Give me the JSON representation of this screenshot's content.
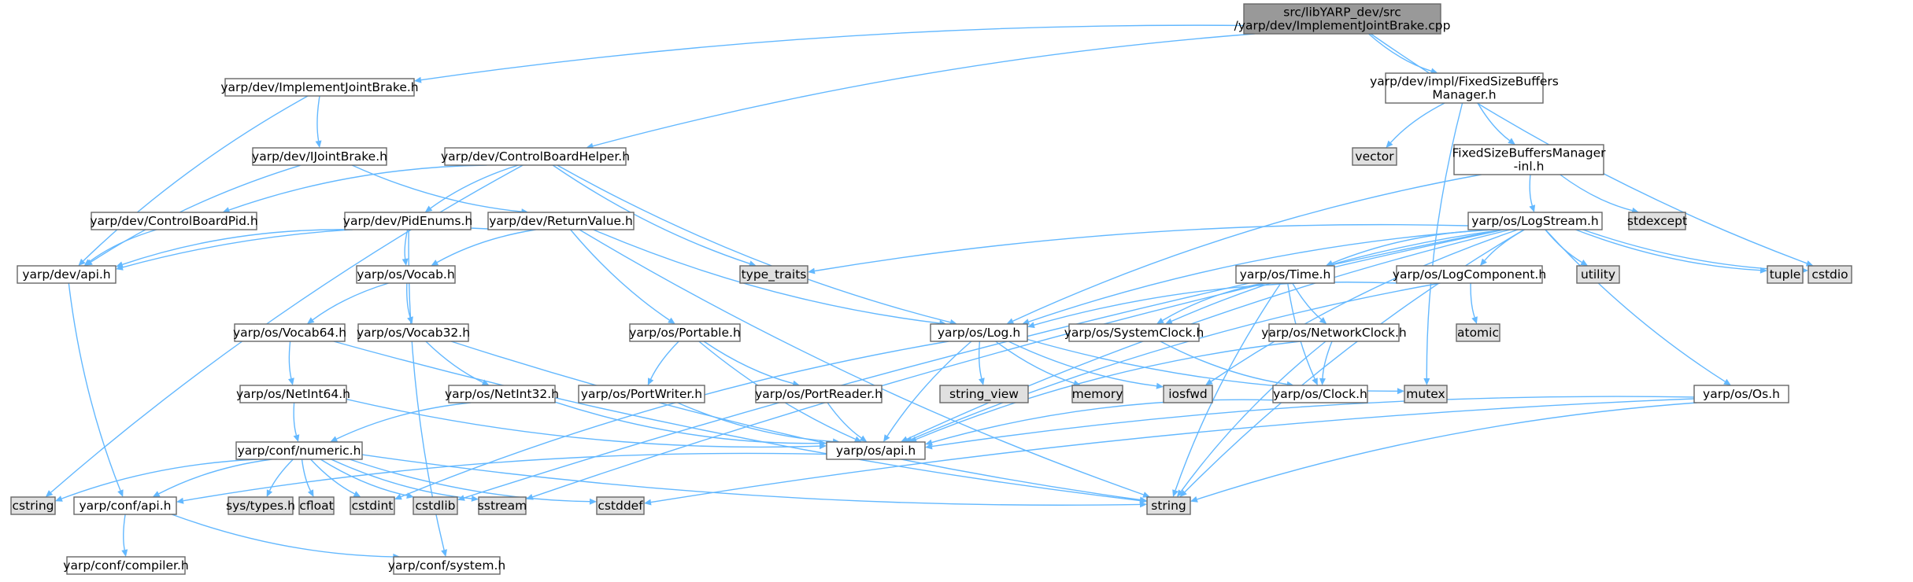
{
  "graph": {
    "root_label": "src/libYARP_dev/src\n/yarp/dev/ImplementJointBrake.cpp",
    "nodes": [
      {
        "id": "root",
        "label": "src/libYARP_dev/src\n/yarp/dev/ImplementJointBrake.cpp",
        "style": "root"
      },
      {
        "id": "ijbh",
        "label": "yarp/dev/ImplementJointBrake.h",
        "style": "normal"
      },
      {
        "id": "ijb",
        "label": "yarp/dev/IJointBrake.h",
        "style": "normal"
      },
      {
        "id": "cbh",
        "label": "yarp/dev/ControlBoardHelper.h",
        "style": "normal"
      },
      {
        "id": "cbpid",
        "label": "yarp/dev/ControlBoardPid.h",
        "style": "normal"
      },
      {
        "id": "pidenums",
        "label": "yarp/dev/PidEnums.h",
        "style": "normal"
      },
      {
        "id": "retval",
        "label": "yarp/dev/ReturnValue.h",
        "style": "normal"
      },
      {
        "id": "devapi",
        "label": "yarp/dev/api.h",
        "style": "normal"
      },
      {
        "id": "fsbm",
        "label": "yarp/dev/impl/FixedSizeBuffers\nManager.h",
        "style": "normal"
      },
      {
        "id": "fsbminl",
        "label": "FixedSizeBuffersManager\n-inl.h",
        "style": "normal"
      },
      {
        "id": "vector",
        "label": "vector",
        "style": "system"
      },
      {
        "id": "stdexcept",
        "label": "stdexcept",
        "style": "system"
      },
      {
        "id": "logstream",
        "label": "yarp/os/LogStream.h",
        "style": "normal"
      },
      {
        "id": "typetraits",
        "label": "type_traits",
        "style": "system"
      },
      {
        "id": "vocab",
        "label": "yarp/os/Vocab.h",
        "style": "normal"
      },
      {
        "id": "vocab64",
        "label": "yarp/os/Vocab64.h",
        "style": "normal"
      },
      {
        "id": "vocab32",
        "label": "yarp/os/Vocab32.h",
        "style": "normal"
      },
      {
        "id": "ni64",
        "label": "yarp/os/NetInt64.h",
        "style": "normal"
      },
      {
        "id": "ni32",
        "label": "yarp/os/NetInt32.h",
        "style": "normal"
      },
      {
        "id": "numeric",
        "label": "yarp/conf/numeric.h",
        "style": "highlight"
      },
      {
        "id": "portable",
        "label": "yarp/os/Portable.h",
        "style": "normal"
      },
      {
        "id": "portwriter",
        "label": "yarp/os/PortWriter.h",
        "style": "normal"
      },
      {
        "id": "portreader",
        "label": "yarp/os/PortReader.h",
        "style": "normal"
      },
      {
        "id": "log",
        "label": "yarp/os/Log.h",
        "style": "normal"
      },
      {
        "id": "stringview",
        "label": "string_view",
        "style": "system"
      },
      {
        "id": "memory",
        "label": "memory",
        "style": "system"
      },
      {
        "id": "iosfwd",
        "label": "iosfwd",
        "style": "system"
      },
      {
        "id": "mutex",
        "label": "mutex",
        "style": "system"
      },
      {
        "id": "osapi",
        "label": "yarp/os/api.h",
        "style": "normal"
      },
      {
        "id": "time",
        "label": "yarp/os/Time.h",
        "style": "normal"
      },
      {
        "id": "sysclock",
        "label": "yarp/os/SystemClock.h",
        "style": "normal"
      },
      {
        "id": "netclock",
        "label": "yarp/os/NetworkClock.h",
        "style": "normal"
      },
      {
        "id": "clock",
        "label": "yarp/os/Clock.h",
        "style": "normal"
      },
      {
        "id": "logcomp",
        "label": "yarp/os/LogComponent.h",
        "style": "normal"
      },
      {
        "id": "atomic",
        "label": "atomic",
        "style": "system"
      },
      {
        "id": "utility",
        "label": "utility",
        "style": "system"
      },
      {
        "id": "tuple",
        "label": "tuple",
        "style": "system"
      },
      {
        "id": "cstdio",
        "label": "cstdio",
        "style": "system"
      },
      {
        "id": "osos",
        "label": "yarp/os/Os.h",
        "style": "normal"
      },
      {
        "id": "cstring",
        "label": "cstring",
        "style": "system"
      },
      {
        "id": "confapi",
        "label": "yarp/conf/api.h",
        "style": "normal"
      },
      {
        "id": "systypes",
        "label": "sys/types.h",
        "style": "system"
      },
      {
        "id": "cfloat",
        "label": "cfloat",
        "style": "system"
      },
      {
        "id": "cstdint",
        "label": "cstdint",
        "style": "system"
      },
      {
        "id": "cstdlib",
        "label": "cstdlib",
        "style": "system"
      },
      {
        "id": "sstream",
        "label": "sstream",
        "style": "system"
      },
      {
        "id": "cstddef",
        "label": "cstddef",
        "style": "system"
      },
      {
        "id": "string",
        "label": "string",
        "style": "system"
      },
      {
        "id": "compiler",
        "label": "yarp/conf/compiler.h",
        "style": "normal"
      },
      {
        "id": "confsystem",
        "label": "yarp/conf/system.h",
        "style": "normal"
      }
    ],
    "edges": [
      [
        "root",
        "ijbh"
      ],
      [
        "root",
        "cbh"
      ],
      [
        "root",
        "fsbm"
      ],
      [
        "root",
        "cstdio"
      ],
      [
        "ijbh",
        "ijb"
      ],
      [
        "ijbh",
        "devapi"
      ],
      [
        "ijb",
        "devapi"
      ],
      [
        "ijb",
        "retval"
      ],
      [
        "cbh",
        "cbpid"
      ],
      [
        "cbh",
        "pidenums"
      ],
      [
        "cbh",
        "typetraits"
      ],
      [
        "cbh",
        "log"
      ],
      [
        "cbh",
        "cstring"
      ],
      [
        "cbpid",
        "devapi"
      ],
      [
        "pidenums",
        "devapi"
      ],
      [
        "pidenums",
        "vocab"
      ],
      [
        "pidenums",
        "confsystem"
      ],
      [
        "retval",
        "devapi"
      ],
      [
        "retval",
        "vocab"
      ],
      [
        "retval",
        "portable"
      ],
      [
        "retval",
        "log"
      ],
      [
        "retval",
        "string"
      ],
      [
        "devapi",
        "confapi"
      ],
      [
        "fsbm",
        "vector"
      ],
      [
        "fsbm",
        "fsbminl"
      ],
      [
        "fsbm",
        "mutex"
      ],
      [
        "fsbminl",
        "stdexcept"
      ],
      [
        "fsbminl",
        "logstream"
      ],
      [
        "fsbminl",
        "log"
      ],
      [
        "vocab",
        "vocab64"
      ],
      [
        "vocab",
        "vocab32"
      ],
      [
        "vocab64",
        "ni64"
      ],
      [
        "vocab64",
        "string"
      ],
      [
        "vocab32",
        "ni32"
      ],
      [
        "vocab32",
        "string"
      ],
      [
        "ni64",
        "numeric"
      ],
      [
        "ni64",
        "osapi"
      ],
      [
        "ni32",
        "numeric"
      ],
      [
        "ni32",
        "osapi"
      ],
      [
        "portable",
        "portwriter"
      ],
      [
        "portable",
        "portreader"
      ],
      [
        "portable",
        "osapi"
      ],
      [
        "portwriter",
        "osapi"
      ],
      [
        "portreader",
        "osapi"
      ],
      [
        "log",
        "stringview"
      ],
      [
        "log",
        "memory"
      ],
      [
        "log",
        "iosfwd"
      ],
      [
        "log",
        "mutex"
      ],
      [
        "log",
        "osapi"
      ],
      [
        "log",
        "cstdint"
      ],
      [
        "logstream",
        "typetraits"
      ],
      [
        "logstream",
        "log"
      ],
      [
        "logstream",
        "time"
      ],
      [
        "logstream",
        "sysclock"
      ],
      [
        "logstream",
        "logcomp"
      ],
      [
        "logstream",
        "utility"
      ],
      [
        "logstream",
        "tuple"
      ],
      [
        "logstream",
        "cstdio"
      ],
      [
        "logstream",
        "osos"
      ],
      [
        "logstream",
        "iosfwd"
      ],
      [
        "logstream",
        "osapi"
      ],
      [
        "logstream",
        "sstream"
      ],
      [
        "logstream",
        "cstdlib"
      ],
      [
        "logstream",
        "string"
      ],
      [
        "time",
        "sysclock"
      ],
      [
        "time",
        "netclock"
      ],
      [
        "time",
        "clock"
      ],
      [
        "time",
        "string"
      ],
      [
        "sysclock",
        "clock"
      ],
      [
        "netclock",
        "clock"
      ],
      [
        "netclock",
        "osapi"
      ],
      [
        "netclock",
        "string"
      ],
      [
        "clock",
        "osapi"
      ],
      [
        "logcomp",
        "log"
      ],
      [
        "logcomp",
        "atomic"
      ],
      [
        "logcomp",
        "osapi"
      ],
      [
        "osos",
        "osapi"
      ],
      [
        "osos",
        "string"
      ],
      [
        "osos",
        "cstddef"
      ],
      [
        "osapi",
        "confapi"
      ],
      [
        "numeric",
        "cstring"
      ],
      [
        "numeric",
        "confapi"
      ],
      [
        "numeric",
        "systypes"
      ],
      [
        "numeric",
        "cfloat"
      ],
      [
        "numeric",
        "cstdint"
      ],
      [
        "numeric",
        "cstdlib"
      ],
      [
        "numeric",
        "sstream"
      ],
      [
        "numeric",
        "cstddef"
      ],
      [
        "numeric",
        "string"
      ],
      [
        "confapi",
        "compiler"
      ],
      [
        "confapi",
        "confsystem"
      ]
    ],
    "colors": {
      "edge": "#63b8ff",
      "box_stroke": "#666666",
      "box_fill": "#ffffff",
      "system_fill": "#e0e0e0",
      "system_stroke": "#bfbfbf",
      "root_fill": "#999999",
      "highlight_stroke": "#ff0000"
    }
  }
}
